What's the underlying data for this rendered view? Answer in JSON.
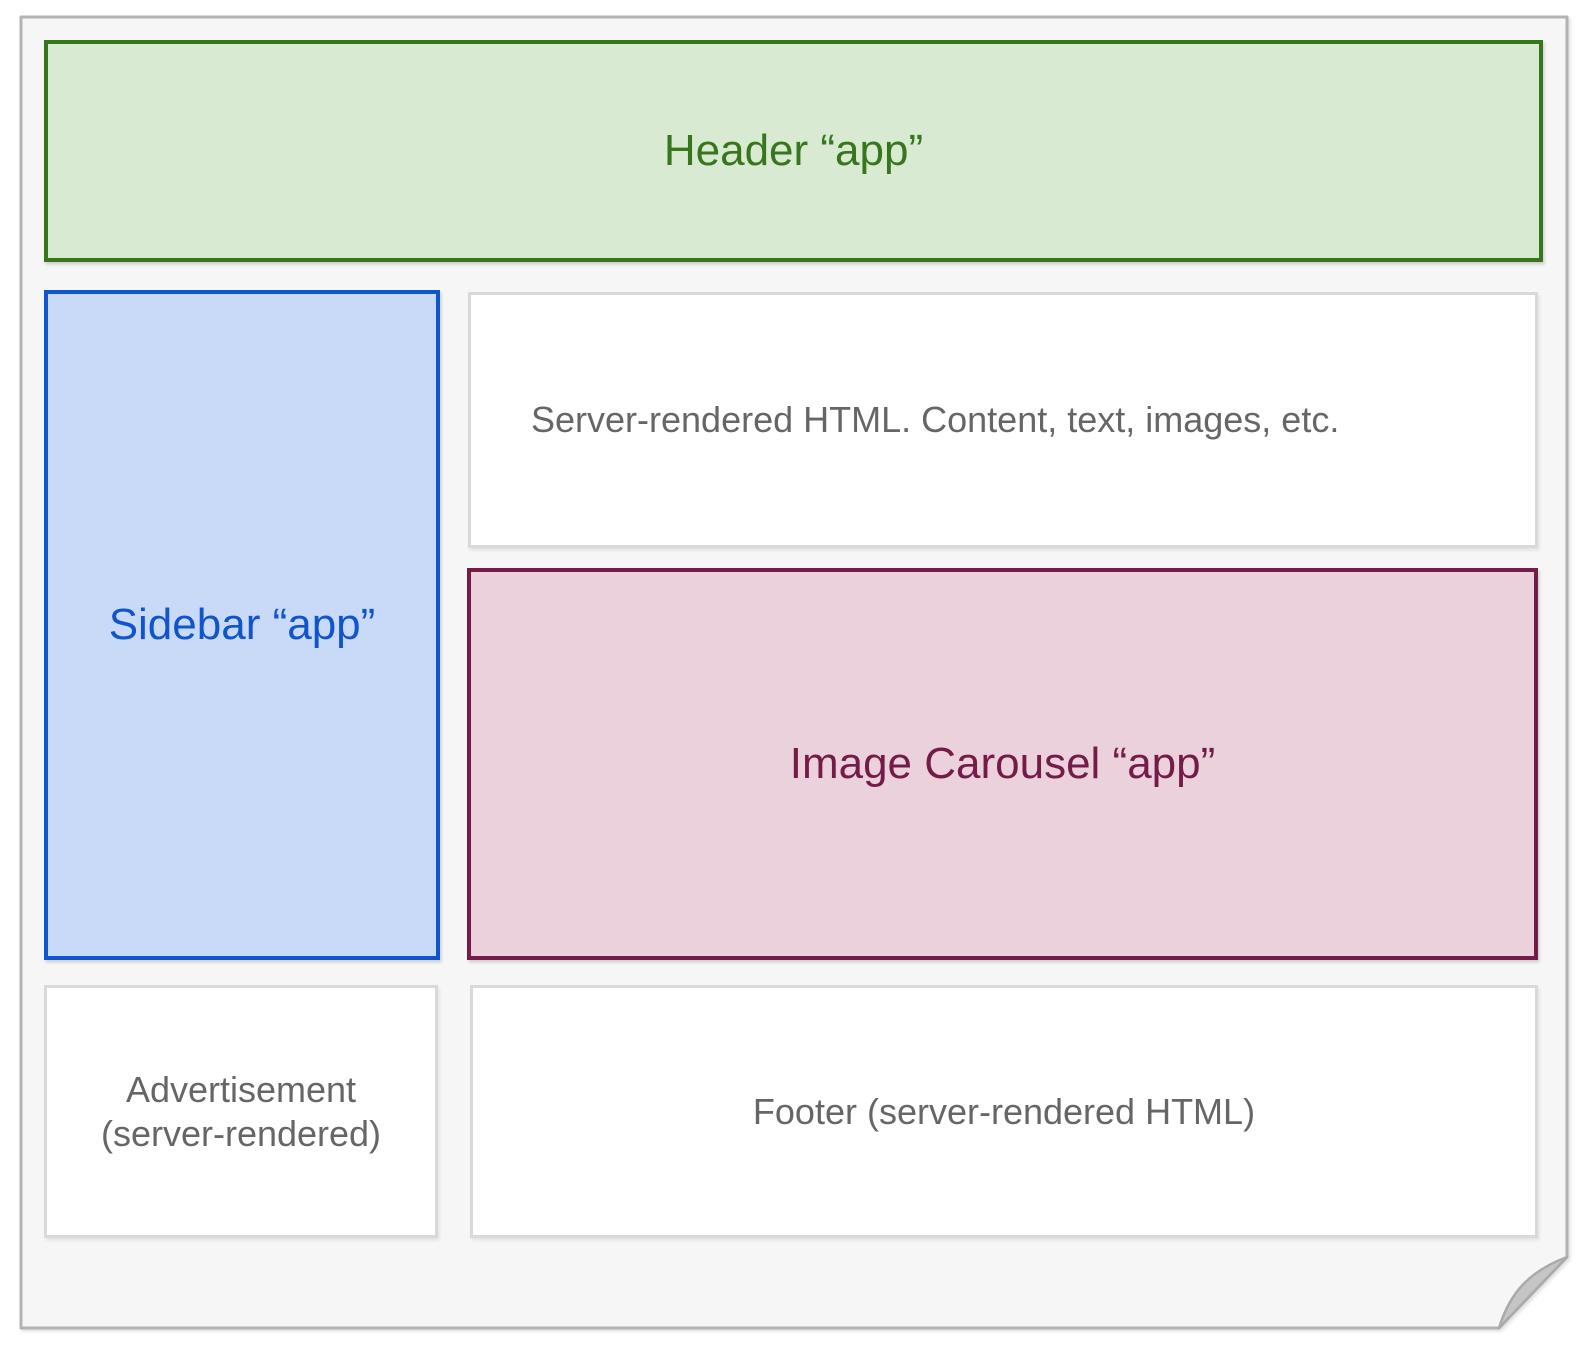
{
  "page": {
    "canvas_fill": "#f6f6f6",
    "canvas_border": "#b3b3b3",
    "fold_fill": "#c5c5c5",
    "fold_border": "#aaaaaa"
  },
  "blocks": {
    "header": {
      "label": "Header “app”",
      "fill": "#d9ead3",
      "border": "#38761d",
      "text_color": "#38761d"
    },
    "sidebar": {
      "label": "Sidebar “app”",
      "fill": "#c9daf8",
      "border": "#1155cc",
      "text_color": "#1155cc"
    },
    "content": {
      "label": "Server-rendered HTML. Content, text, images, etc.",
      "fill": "#ffffff",
      "border": "#d9d9d9",
      "text_color": "#666666"
    },
    "carousel": {
      "label": "Image Carousel “app”",
      "fill": "#ead1dc",
      "border": "#741b47",
      "text_color": "#741b47"
    },
    "advertisement": {
      "label": "Advertisement (server-rendered)",
      "fill": "#ffffff",
      "border": "#d9d9d9",
      "text_color": "#666666"
    },
    "footer": {
      "label": "Footer (server-rendered HTML)",
      "fill": "#ffffff",
      "border": "#d9d9d9",
      "text_color": "#666666"
    }
  }
}
